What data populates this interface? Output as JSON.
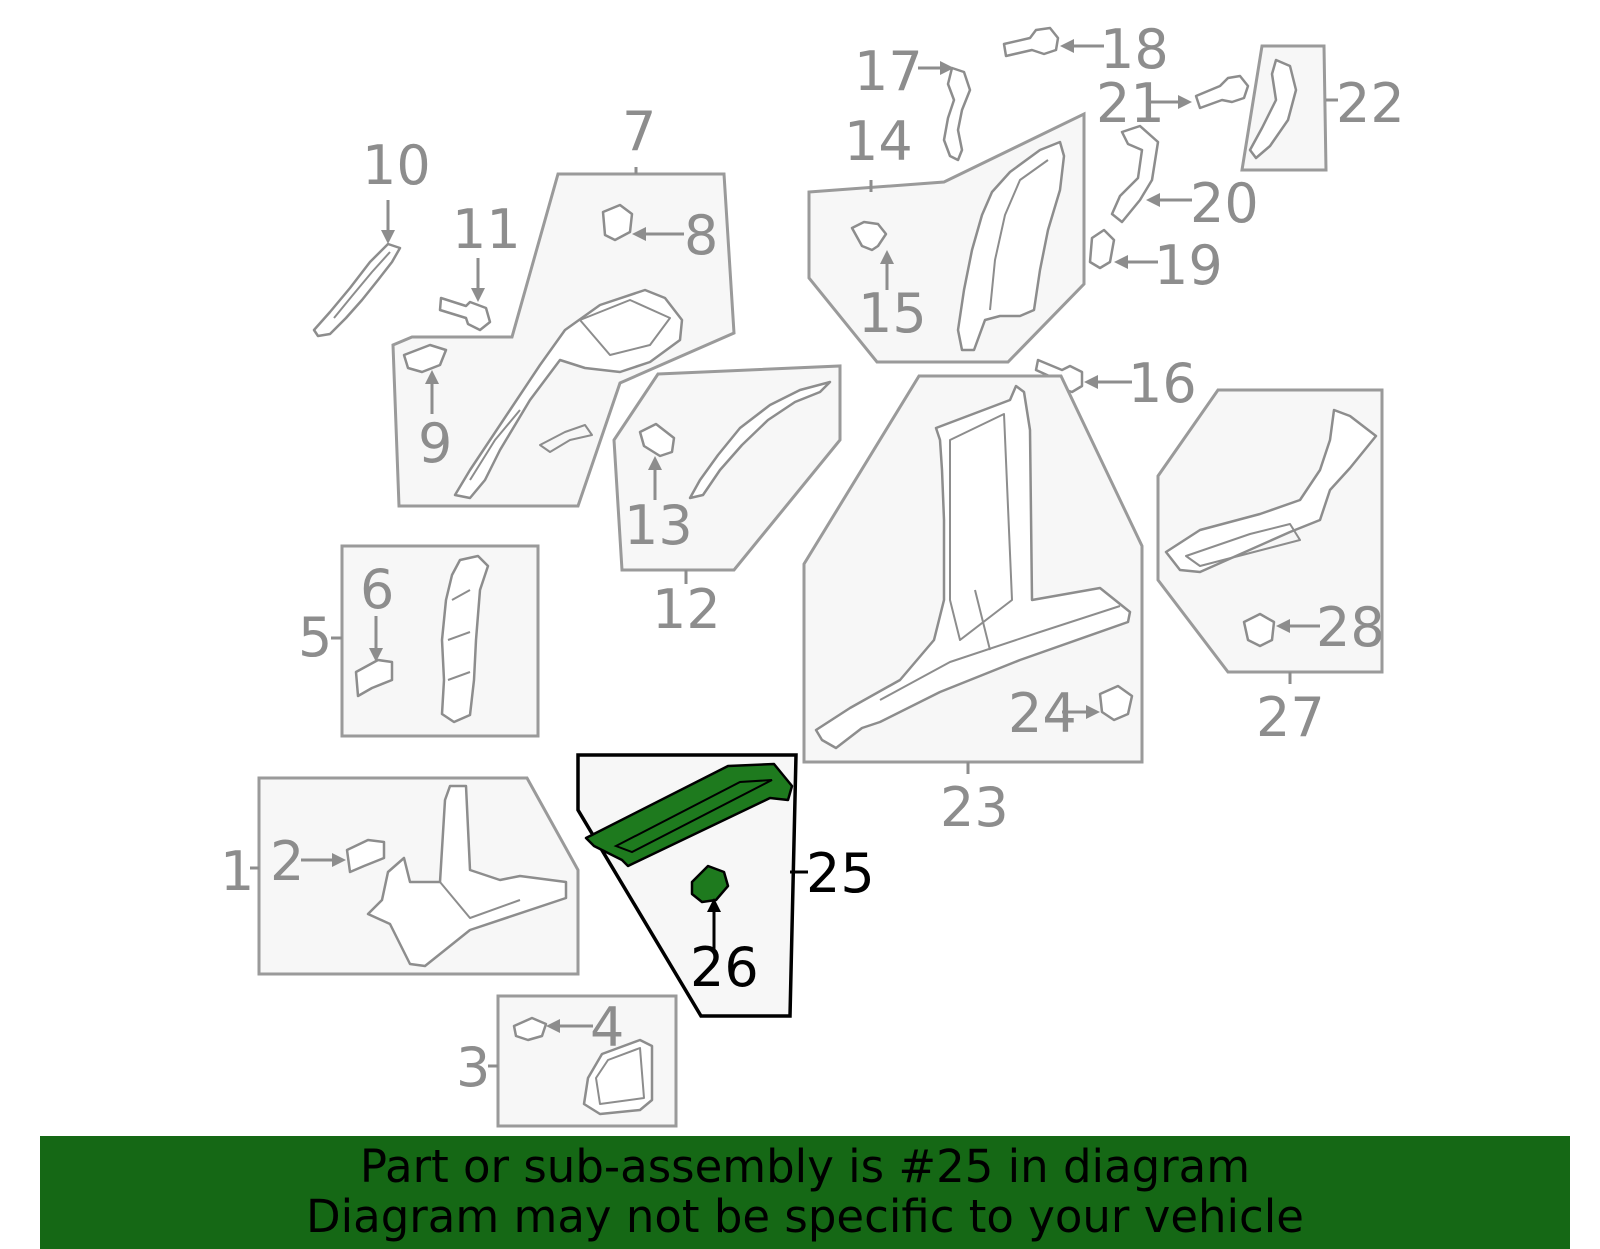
{
  "diagram": {
    "highlighted_part": "25",
    "callouts": {
      "c1": "1",
      "c2": "2",
      "c3": "3",
      "c4": "4",
      "c5": "5",
      "c6": "6",
      "c7": "7",
      "c8": "8",
      "c9": "9",
      "c10": "10",
      "c11": "11",
      "c12": "12",
      "c13": "13",
      "c14": "14",
      "c15": "15",
      "c16": "16",
      "c17": "17",
      "c18": "18",
      "c19": "19",
      "c20": "20",
      "c21": "21",
      "c22": "22",
      "c23": "23",
      "c24": "24",
      "c25": "25",
      "c26": "26",
      "c27": "27",
      "c28": "28"
    },
    "colors": {
      "highlight_fill": "#1e7a1e",
      "banner_background": "#156815",
      "callout_gray": "#8d8d8d",
      "callout_highlight": "#000000"
    }
  },
  "banner": {
    "line1": "Part or sub-assembly is #25 in diagram",
    "line2": "Diagram may not be specific to your vehicle"
  }
}
